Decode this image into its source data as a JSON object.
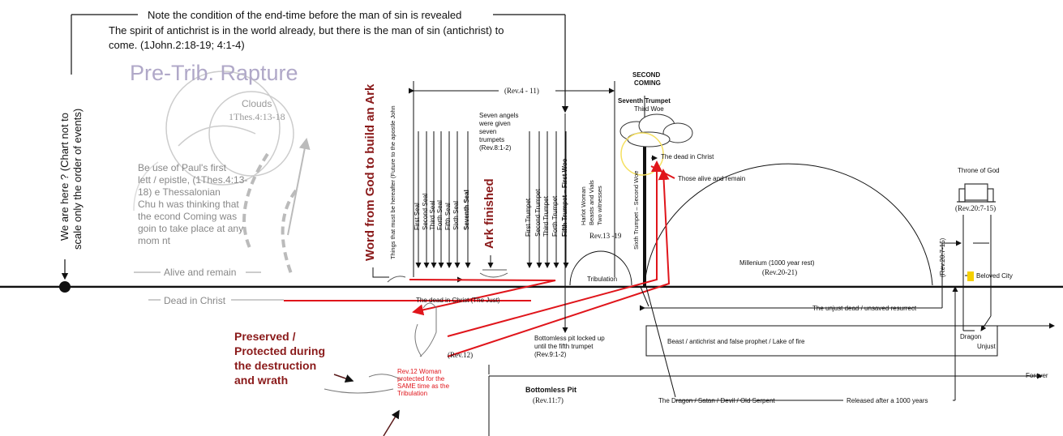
{
  "header": {
    "note": "Note the condition of the end-time before the man of sin is revealed",
    "spirit_line1": "The spirit of antichrist is in the world already, but there is the man of sin (antichrist) to",
    "spirit_line2": "come. (1John.2:18-19; 4:1-4)"
  },
  "left": {
    "pretrib": "Pre-Trib. Rapture",
    "clouds": "Clouds",
    "clouds_ref": "1Thes.4:13-18",
    "because_lines": [
      "Be  use of Paul's first",
      "lett  / epistle, (1Thes.4:13-",
      "18)  e Thessalonian",
      "Chu  h was thinking that",
      "the  econd Coming was",
      "goin  to take place at any",
      "mom  nt"
    ],
    "we_are_here_1": "We are here ? (Chart not to",
    "we_are_here_2": "scale only the order of events)",
    "alive_remain": "Alive and remain",
    "dead_in_christ": "Dead in Christ",
    "word_ark": "Word from God to build an Ark",
    "ark_finished": "Ark finished",
    "preserved_lines": [
      "Preserved /",
      "Protected during",
      "the destruction",
      "and wrath"
    ]
  },
  "middle": {
    "rev_4_11": "(Rev.4 - 11)",
    "things_hereafter": "Things that must be hereafter (Future to the apostle John",
    "seals": [
      "First Seal",
      "Second Seal",
      "Third Seal",
      "Forth Seal",
      "Fifth Seal",
      "Sixth Seal",
      "Seventh Seal"
    ],
    "angels_lines": [
      "Seven angels",
      "were given",
      "seven",
      "trumpets",
      "(Rev.8:1-2)"
    ],
    "trumpets": [
      "First Trumpet",
      "Second Trumpet",
      "Third Trumpet",
      "Forth Trumpet",
      "Fifth Trumpet – First Woe"
    ],
    "harlot": [
      "Harlot Woman",
      "Beasts and Vials",
      "Two witnesses"
    ],
    "rev_13_19": "Rev.13 -19",
    "tribulation": "Tribulation",
    "second_coming": [
      "SECOND",
      "COMING"
    ],
    "seventh_trumpet": "Seventh Trumpet",
    "third_woe": "Third Woe",
    "sixth_trumpet": "Sixth Trumpet – Second Woe",
    "dead_in_christ_small": "The dead in Christ",
    "those_alive": "Those alive and remain",
    "dead_just": "The dead in Christ (The Just)",
    "rev12": "(Rev.12)",
    "woman_lines": [
      "Rev.12 Woman",
      "protected for the",
      "SAME time as the",
      "Tribulation"
    ],
    "bottomless_locked": [
      "Bottomless pit locked up",
      "until the fifth trumpet",
      "(Rev.9:1-2)"
    ],
    "bottomless_pit": "Bottomless Pit",
    "rev_11_7": "(Rev.11:7)"
  },
  "right": {
    "millenium": "Millenium (1000 year rest)",
    "rev_20_21": "(Rev.20-21)",
    "unjust_dead": "The unjust dead / unsaved resurrect",
    "beast": "Beast / antichrist and false prophet / Lake of fire",
    "dragon_satan": "The Dragon / Satan / Devil / Old Serpent",
    "released": "Released after a 1000 years",
    "throne": "Throne of God",
    "rev_20_7_15": "(Rev.20:7-15)",
    "rev_20_7_15_vert": "(Rev.20:7-15)",
    "beloved_city": "Beloved City",
    "dragon": "Dragon",
    "unjust": "Unjust",
    "forever": "Forever"
  },
  "colors": {
    "red": "#e0151b",
    "dark_red": "#8a1a1a",
    "gray": "#b8b8b8",
    "yellow": "#f5d000"
  }
}
